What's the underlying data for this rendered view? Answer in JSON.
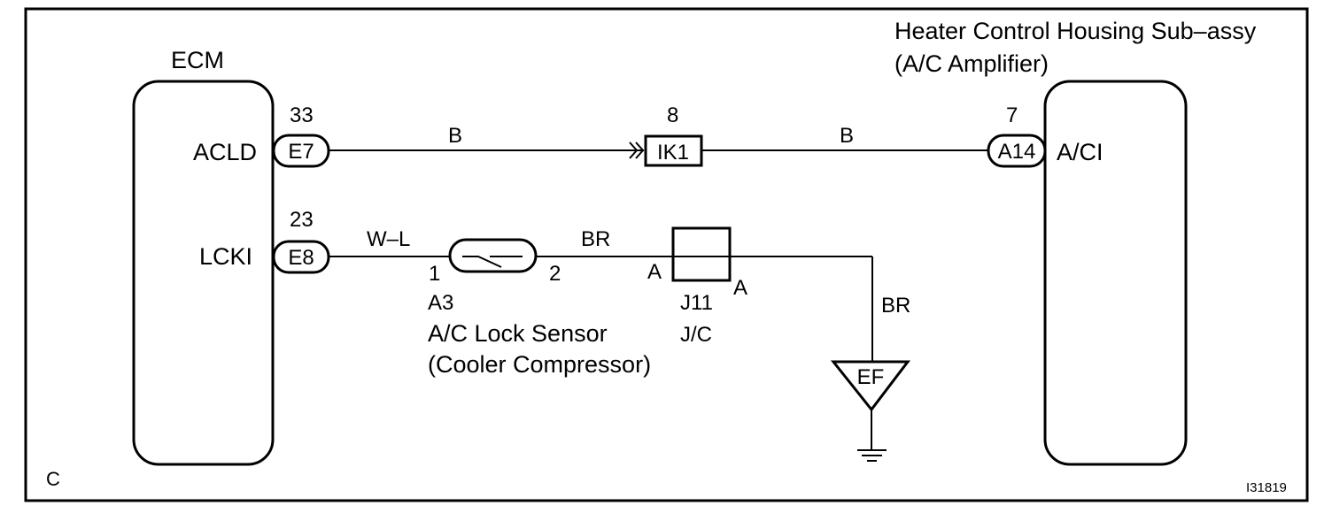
{
  "ecm": {
    "title": "ECM",
    "pins": [
      {
        "name": "ACLD",
        "connector": "E7",
        "number": "33"
      },
      {
        "name": "LCKI",
        "connector": "E8",
        "number": "23"
      }
    ]
  },
  "amplifier": {
    "title_line1": "Heater Control Housing Sub–assy",
    "title_line2": "(A/C Amplifier)",
    "pin": {
      "name": "A/CI",
      "connector": "A14",
      "number": "7"
    }
  },
  "wires": {
    "acld_left_color": "B",
    "acld_right_color": "B",
    "lcki_left_color": "W–L",
    "lcki_mid_color": "BR",
    "ground_color": "BR"
  },
  "junction_connector": {
    "id": "IK1",
    "pin": "8"
  },
  "lock_sensor": {
    "pin_in": "1",
    "pin_out": "2",
    "code": "A3",
    "name": "A/C Lock Sensor",
    "subname": "(Cooler Compressor)"
  },
  "junction_block": {
    "id": "J11",
    "name": "J/C",
    "pin_left": "A",
    "pin_right": "A"
  },
  "ground": {
    "label": "EF"
  },
  "corner_label": "C",
  "figure_id": "I31819"
}
